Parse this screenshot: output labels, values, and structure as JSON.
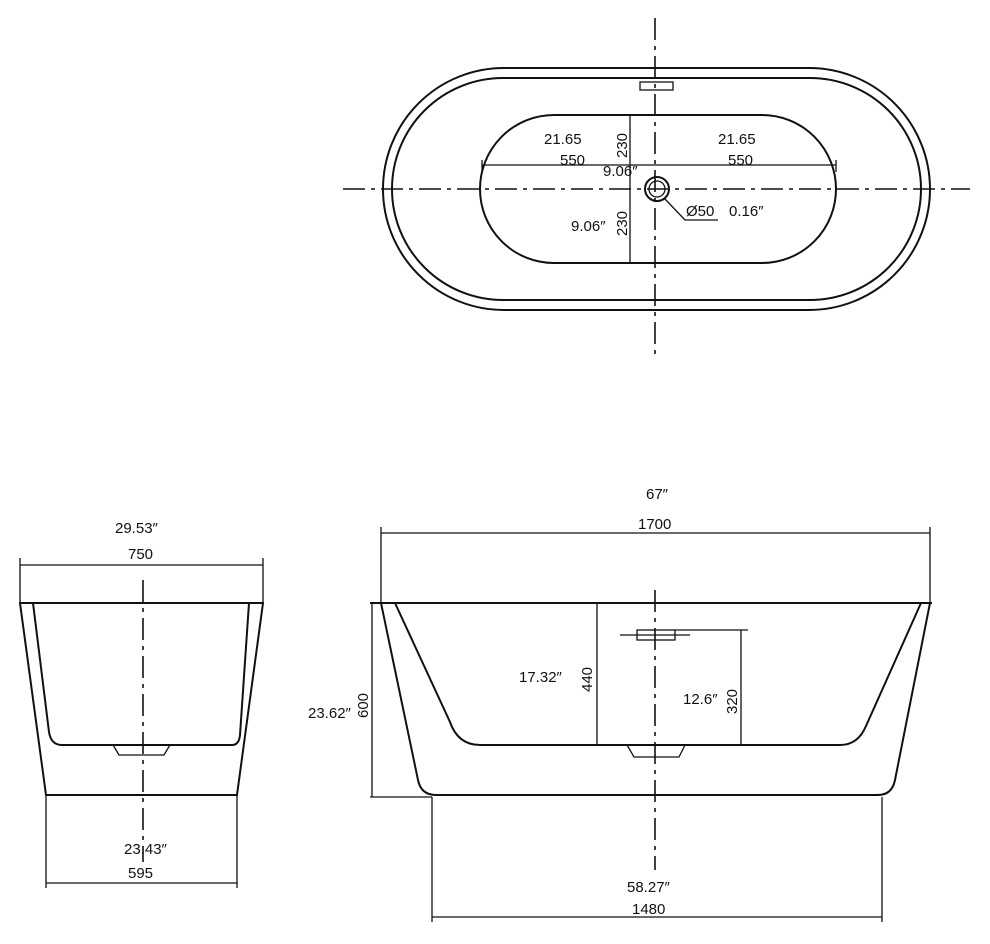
{
  "top_view": {
    "left_length_in": "21.65",
    "left_length_mm": "550",
    "right_length_in": "21.65",
    "right_length_mm": "550",
    "upper_half_mm": "230",
    "upper_half_in": "9.06″",
    "lower_half_mm": "230",
    "lower_half_in": "9.06″",
    "drain_dia_mm": "Ø50",
    "drain_dia_in": "0.16″"
  },
  "front_view": {
    "top_length_in": "67″",
    "top_length_mm": "1700",
    "height_mm": "600",
    "height_in": "23.62″",
    "depth_mm": "440",
    "depth_in": "17.32″",
    "overflow_mm": "320",
    "overflow_in": "12.6″",
    "base_length_in": "58.27″",
    "base_length_mm": "1480"
  },
  "end_view": {
    "top_width_in": "29.53″",
    "top_width_mm": "750",
    "base_width_in": "23.43″",
    "base_width_mm": "595"
  }
}
